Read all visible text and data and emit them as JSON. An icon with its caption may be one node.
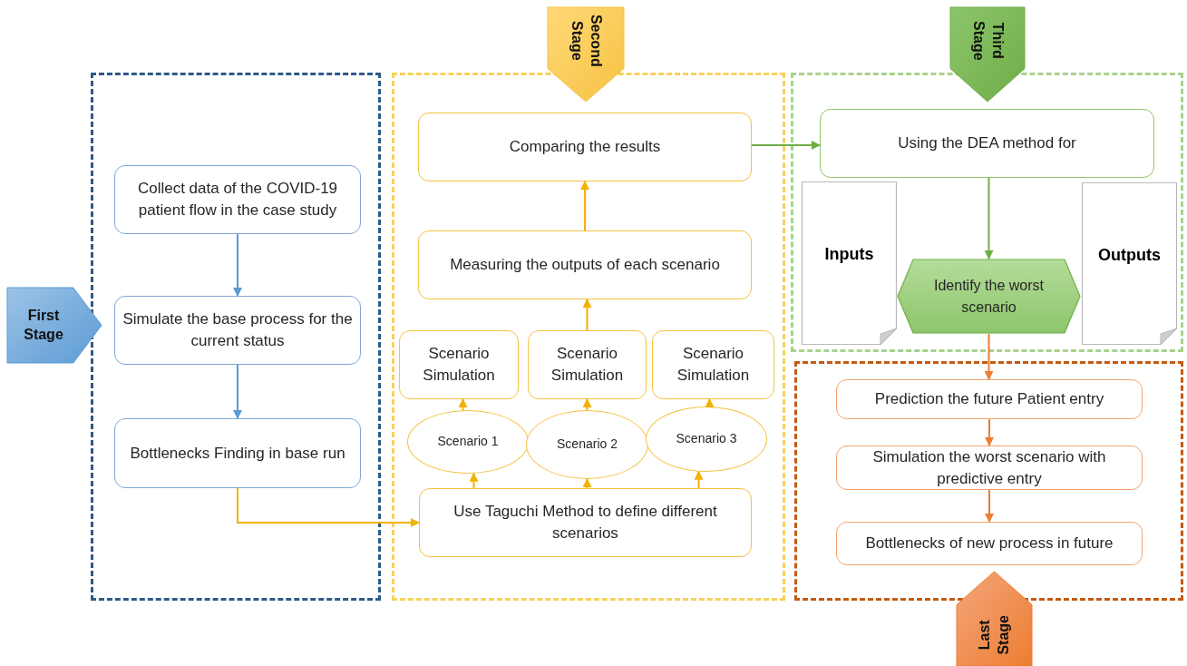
{
  "diagram": {
    "nodes": [
      {
        "text": [
          "First Stage"
        ]
      },
      {
        "text": [],
        "shape": "box"
      },
      {
        "text": [
          "Collect data of the COVID-19 patient flow in the case study"
        ],
        "in": 1
      },
      {
        "text": [
          "Simulate the base process for the current status"
        ],
        "in": 1
      },
      {
        "text": [
          "Bottlenecks Finding in base run"
        ],
        "in": 1
      },
      {
        "text": [
          "Second Stage"
        ]
      },
      {
        "text": [],
        "shape": "box"
      },
      {
        "text": [
          "Comparing the results"
        ],
        "in": 6
      },
      {
        "text": [
          "Measuring the outputs of each scenario"
        ],
        "in": 6
      },
      {
        "text": [
          "Scenario Simulation"
        ],
        "in": 6
      },
      {
        "text": [
          "Scenario Simulation"
        ],
        "in": 6
      },
      {
        "text": [
          "Scenario Simulation"
        ],
        "in": 6
      },
      {
        "text": [
          "Scenario 1"
        ],
        "in": 6
      },
      {
        "text": [
          "Scenario 2"
        ],
        "in": 6
      },
      {
        "text": [
          "Scenario 3"
        ],
        "in": 6
      },
      {
        "text": [
          "Use Taguchi Method to define different scenarios"
        ],
        "in": 6
      },
      {
        "text": [
          "Third Stage"
        ]
      },
      {
        "text": [],
        "shape": "box"
      },
      {
        "text": [
          "Using the DEA method for"
        ],
        "in": 17
      },
      {
        "text": [
          "Inputs"
        ],
        "in": 17
      },
      {
        "text": [
          "Identify the worst scenario"
        ],
        "in": 17
      },
      {
        "text": [
          "Outputs"
        ],
        "in": 17
      },
      {
        "text": [],
        "shape": "box"
      },
      {
        "text": [
          "Prediction the future Patient entry"
        ],
        "in": 22
      },
      {
        "text": [
          "Simulation the worst scenario with predictive entry"
        ],
        "in": 22
      },
      {
        "text": [
          "Bottlenecks of new process in future"
        ],
        "in": 22
      },
      {
        "text": [
          "Last Stage"
        ]
      }
    ],
    "edges": [
      {
        "from": 2,
        "to": 3,
        "arrow": "to",
        "color": "#5b9bd5"
      },
      {
        "from": 3,
        "to": 4,
        "arrow": "to",
        "color": "#5b9bd5"
      },
      {
        "from": 4,
        "to": 15,
        "arrow": "to"
      },
      {
        "from": 15,
        "to": 12,
        "arrow": "to"
      },
      {
        "from": 15,
        "to": 13,
        "arrow": "to"
      },
      {
        "from": 15,
        "to": 14,
        "arrow": "to"
      },
      {
        "from": 12,
        "to": 9,
        "arrow": "to"
      },
      {
        "from": 13,
        "to": 10,
        "arrow": "to"
      },
      {
        "from": 14,
        "to": 11,
        "arrow": "to"
      },
      {
        "from": 10,
        "to": 8,
        "arrow": "to"
      },
      {
        "from": 8,
        "to": 7,
        "arrow": "to"
      },
      {
        "from": 7,
        "to": 18,
        "arrow": "to",
        "color": "#70ad47"
      },
      {
        "from": 18,
        "to": 20,
        "arrow": "to",
        "color": "#70ad47"
      },
      {
        "from": 20,
        "to": 23,
        "arrow": "to",
        "color": "#ed7d31"
      },
      {
        "from": 23,
        "to": 24,
        "arrow": "to",
        "color": "#ed7d31"
      },
      {
        "from": 24,
        "to": 25,
        "arrow": "to",
        "color": "#ed7d31"
      }
    ]
  }
}
